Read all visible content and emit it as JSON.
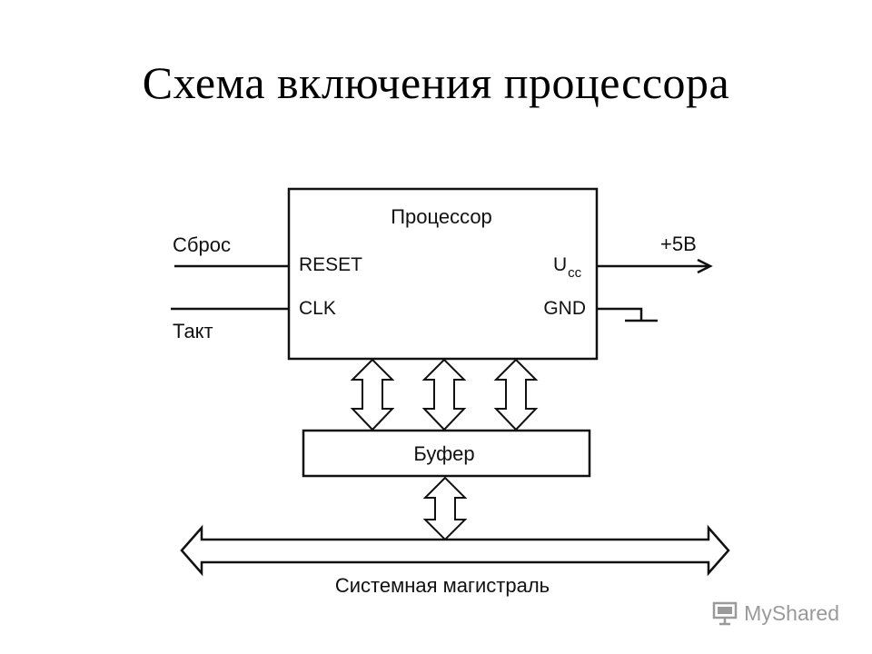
{
  "title": "Схема включения процессора",
  "processor": {
    "label": "Процессор",
    "pins": {
      "reset": "RESET",
      "clk": "CLK",
      "ucc_base": "U",
      "ucc_sub": "cc",
      "gnd": "GND"
    }
  },
  "signals": {
    "reset_in": "Сброс",
    "clock_in": "Такт",
    "power_out": "+5В"
  },
  "buffer": {
    "label": "Буфер"
  },
  "bus": {
    "label": "Системная магистраль"
  },
  "watermark": {
    "text": "MyShared"
  }
}
